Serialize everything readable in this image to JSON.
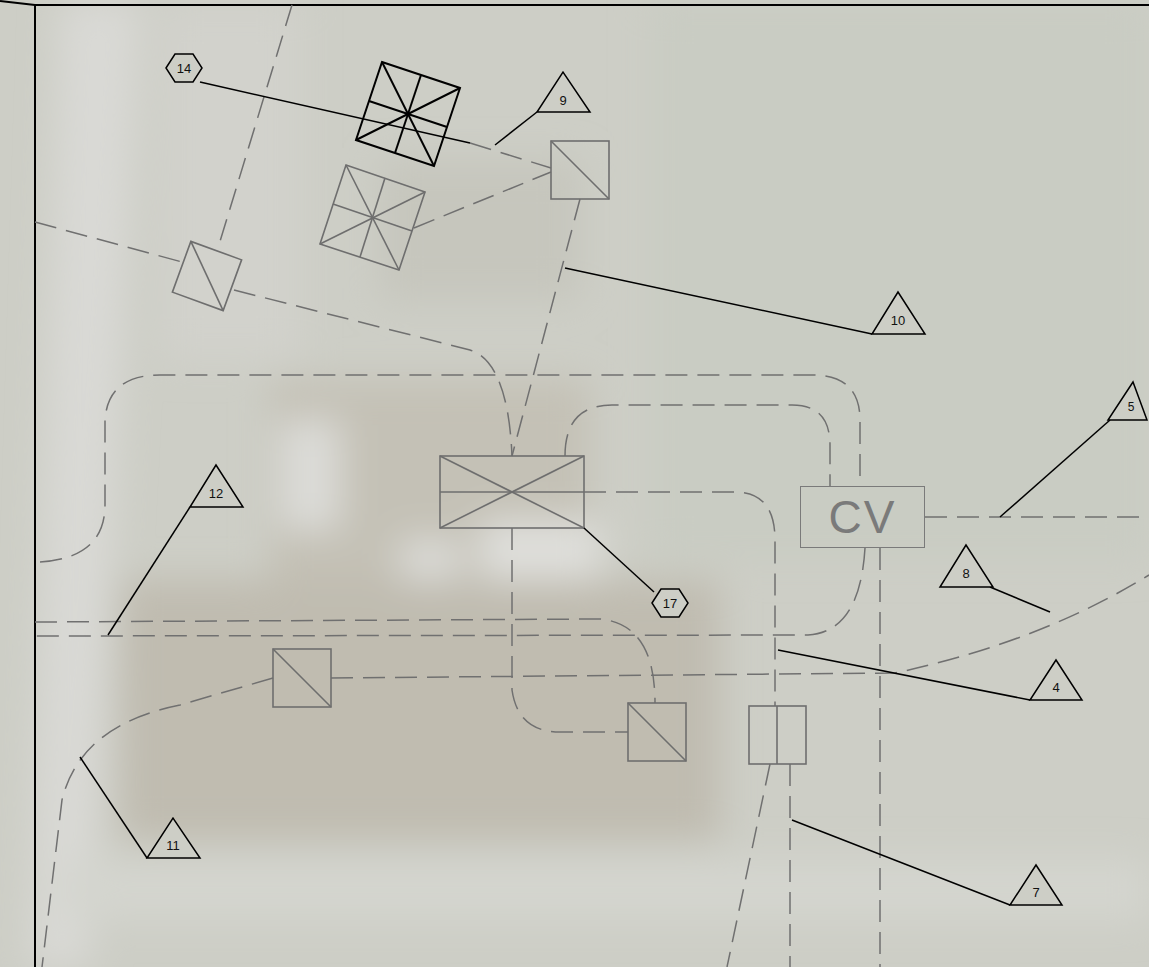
{
  "diagram": {
    "nodes": [
      {
        "text": [
          "CV"
        ]
      }
    ],
    "labels": [
      "14",
      "9",
      "10",
      "5",
      "12",
      "17",
      "8",
      "4",
      "11",
      "7"
    ]
  }
}
